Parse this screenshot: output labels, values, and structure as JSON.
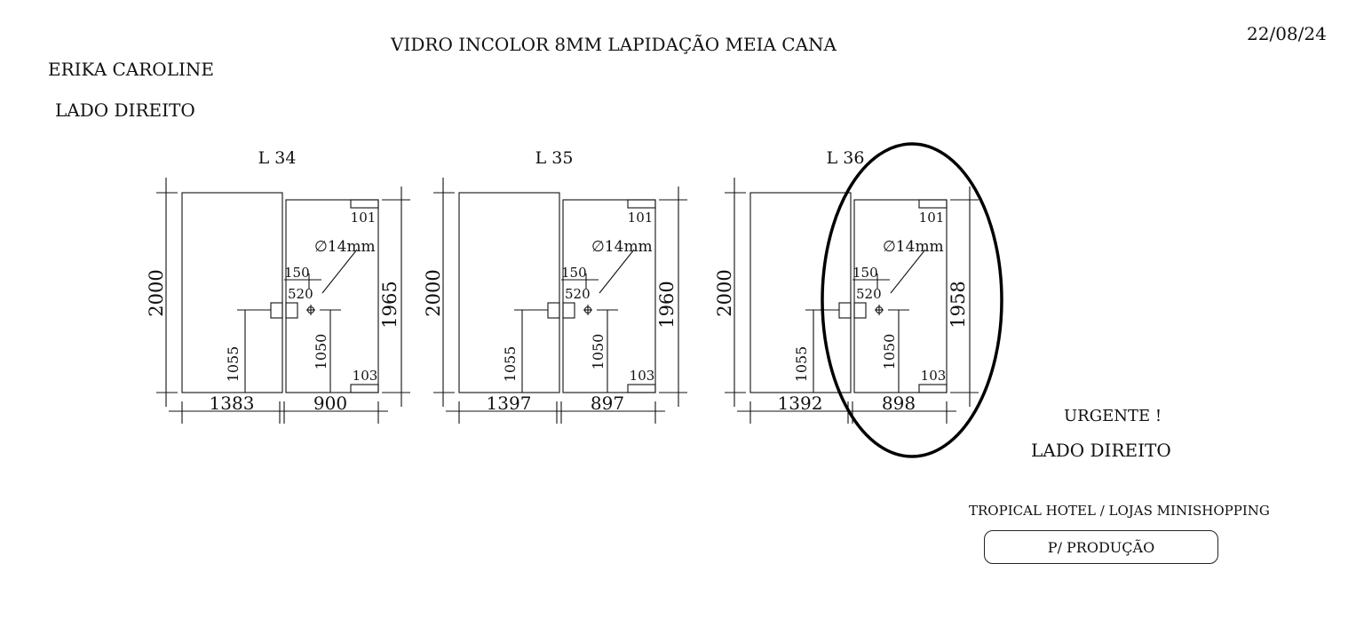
{
  "header": {
    "title": "VIDRO INCOLOR 8MM   LAPIDAÇÃO MEIA CANA",
    "client": "ERIKA CAROLINE",
    "side": "LADO DIREITO",
    "date": "22/08/24"
  },
  "panels": [
    {
      "label": "L 34",
      "height_total": "2000",
      "height_door": "1965",
      "width_fixed": "1383",
      "width_door": "900",
      "hinge_top": "101",
      "hinge_bottom": "103",
      "hole_diameter": "∅14mm",
      "hole_offset": "150",
      "handle_offset": "520",
      "height_fixed_handle": "1055",
      "height_door_handle": "1050"
    },
    {
      "label": "L 35",
      "height_total": "2000",
      "height_door": "1960",
      "width_fixed": "1397",
      "width_door": "897",
      "hinge_top": "101",
      "hinge_bottom": "103",
      "hole_diameter": "∅14mm",
      "hole_offset": "150",
      "handle_offset": "520",
      "height_fixed_handle": "1055",
      "height_door_handle": "1050"
    },
    {
      "label": "L 36",
      "height_total": "2000",
      "height_door": "1958",
      "width_fixed": "1392",
      "width_door": "898",
      "hinge_top": "101",
      "hinge_bottom": "103",
      "hole_diameter": "∅14mm",
      "hole_offset": "150",
      "handle_offset": "520",
      "height_fixed_handle": "1055",
      "height_door_handle": "1050",
      "highlighted": true
    }
  ],
  "notes": {
    "urgent": "URGENTE !",
    "side": "LADO DIREITO",
    "project": "TROPICAL HOTEL / LOJAS MINISHOPPING",
    "production": "P/ PRODUÇÃO"
  }
}
